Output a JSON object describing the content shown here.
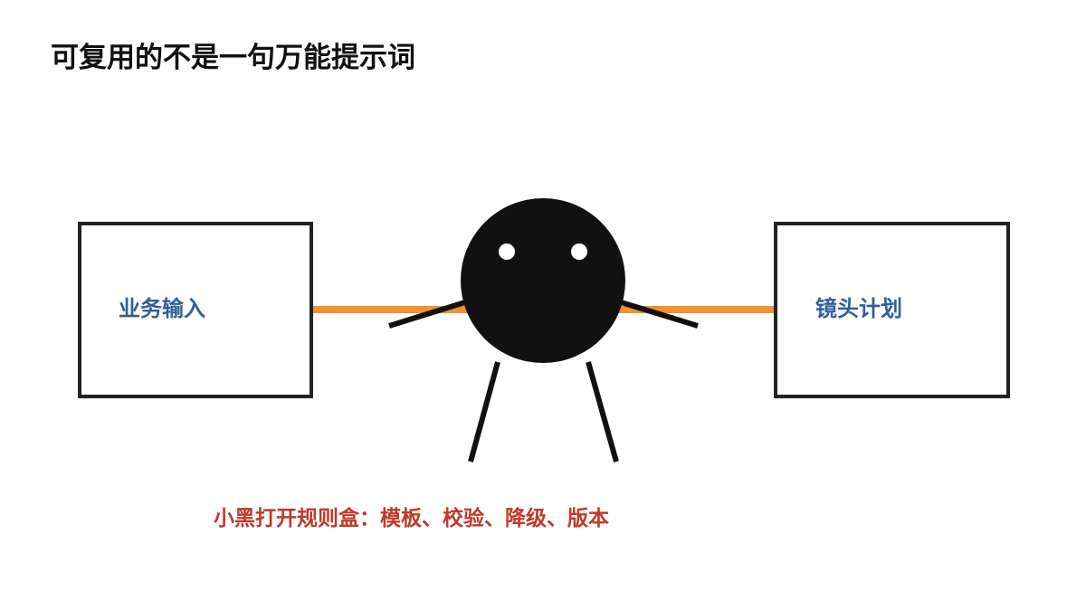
{
  "title": "可复用的不是一句万能提示词",
  "nodes": {
    "input": {
      "label": "业务输入"
    },
    "output": {
      "label": "镜头计划"
    }
  },
  "caption": "小黑打开规则盒：模板、校验、降级、版本",
  "colors": {
    "connector": "#f0922e",
    "box_border": "#222222",
    "figure": "#111111",
    "label_blue": "#2f5f9a",
    "caption_red": "#c0392b"
  }
}
